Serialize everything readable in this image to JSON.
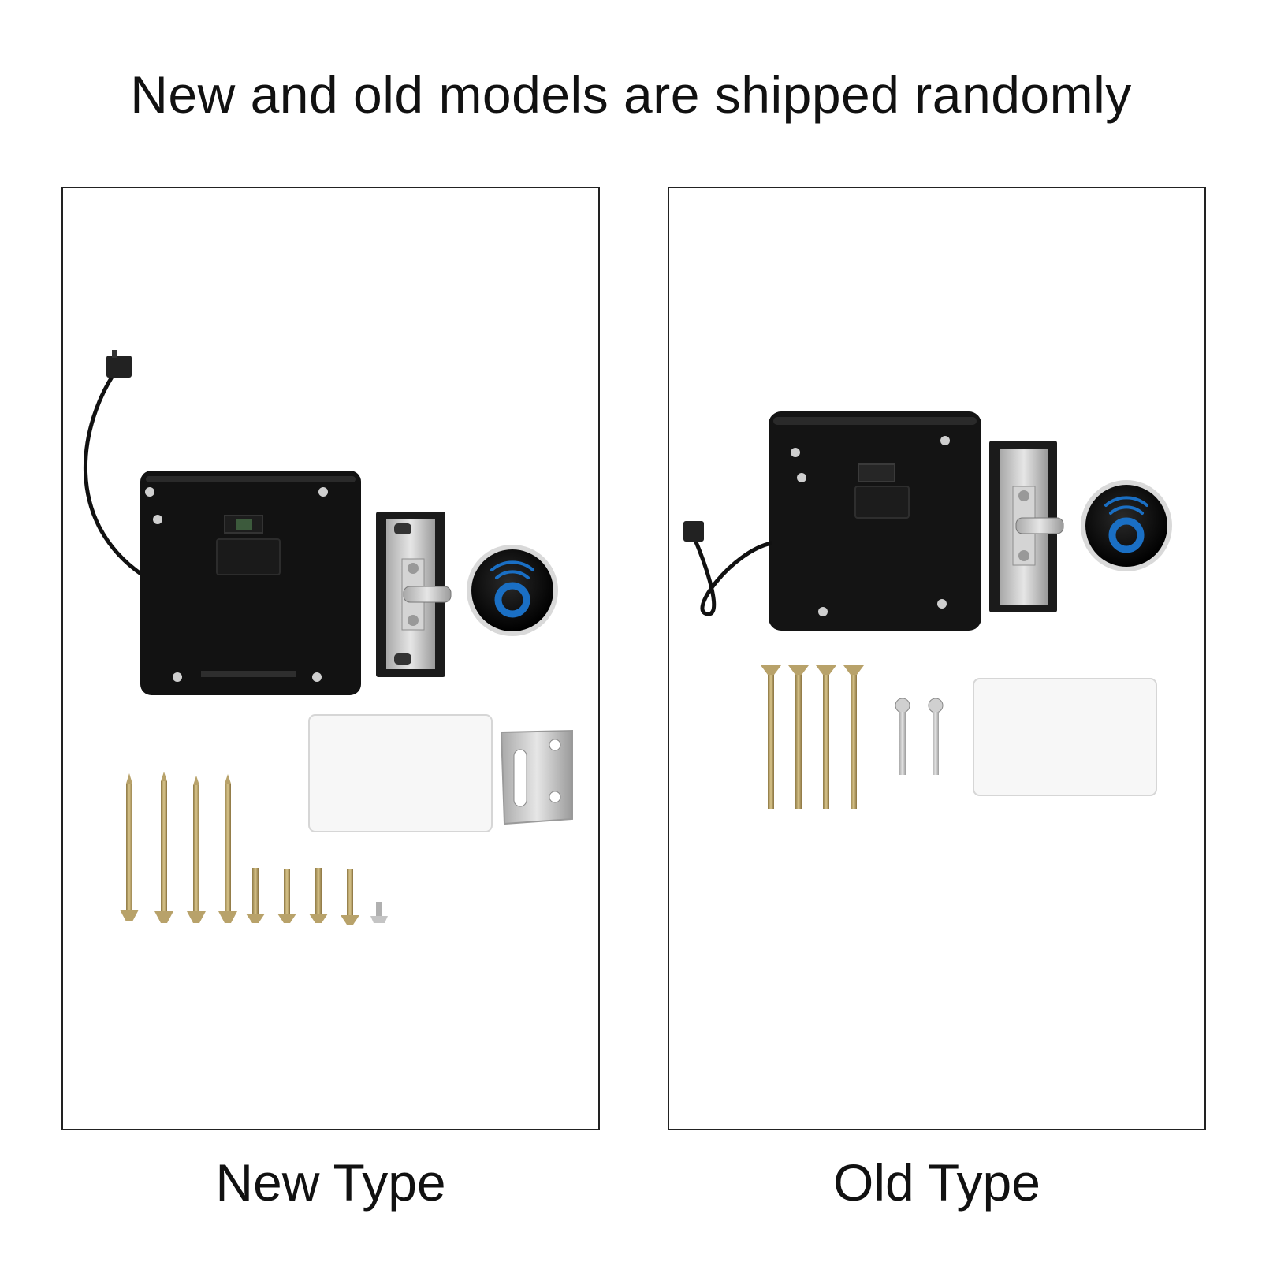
{
  "heading": "New and old models are shipped randomly",
  "panels": [
    {
      "caption": "New Type"
    },
    {
      "caption": "Old Type"
    }
  ],
  "colors": {
    "lock_body": "#121212",
    "sensor_blue": "#1a6fc4",
    "screw_brass": "#b8a26a",
    "steel": "#c9c9c9",
    "frame": "#222222"
  },
  "icons": {
    "sensor": "wireless-signal-icon",
    "connector": "cable-plug-icon"
  }
}
